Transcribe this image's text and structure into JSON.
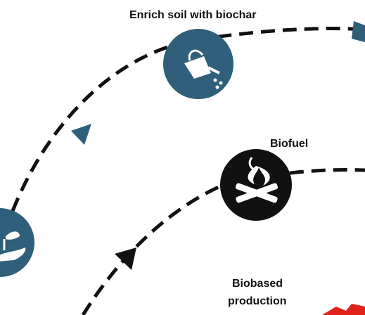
{
  "labels": {
    "enrich_soil": "Enrich soil with biochar",
    "biofuel": "Biofuel",
    "biobased_line1": "Biobased",
    "biobased_line2": "production"
  },
  "colors": {
    "teal": "#2f5f7a",
    "black": "#111111",
    "dash": "#111111",
    "red_arrow": "#e0221d"
  },
  "icons": [
    "watering-can-icon",
    "campfire-icon",
    "plant-in-hand-icon"
  ]
}
